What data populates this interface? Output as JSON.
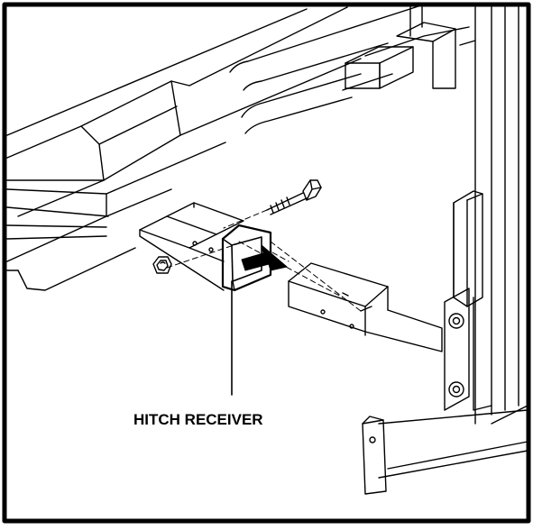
{
  "diagram": {
    "callout": {
      "label": "HITCH RECEIVER",
      "target": "hitch-receiver"
    },
    "parts": [
      {
        "name": "vehicle-frame-rail"
      },
      {
        "name": "hitch-receiver"
      },
      {
        "name": "hex-bolt"
      },
      {
        "name": "hex-nut"
      },
      {
        "name": "hitch-bar"
      },
      {
        "name": "upright-post"
      },
      {
        "name": "mounting-bracket"
      },
      {
        "name": "insertion-arrow"
      }
    ],
    "colors": {
      "line": "#000000",
      "background": "#ffffff",
      "border": "#000000"
    }
  }
}
